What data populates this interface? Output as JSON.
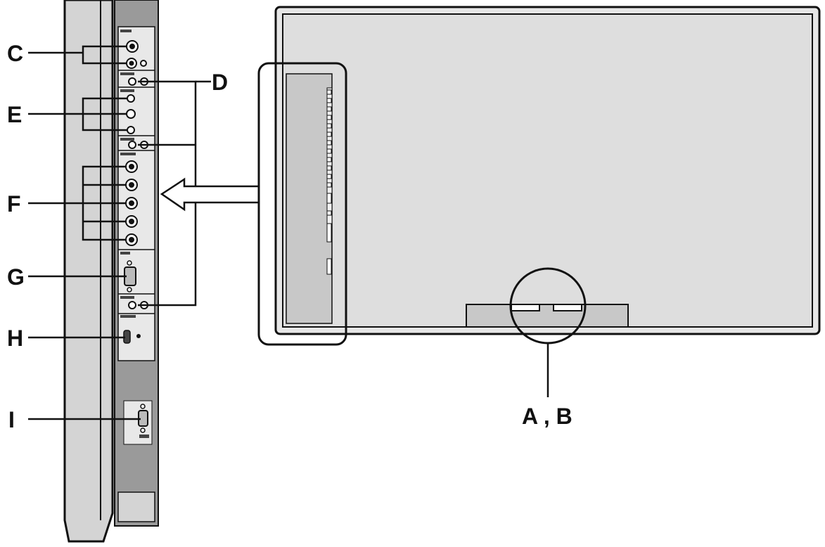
{
  "callouts": {
    "C": "C",
    "D": "D",
    "E": "E",
    "F": "F",
    "G": "G",
    "H": "H",
    "I": "I",
    "AB": "A , B"
  },
  "colors": {
    "panel_light": "#d6d6d6",
    "panel_dark": "#999999",
    "screen": "#dedede",
    "line": "#111111"
  }
}
